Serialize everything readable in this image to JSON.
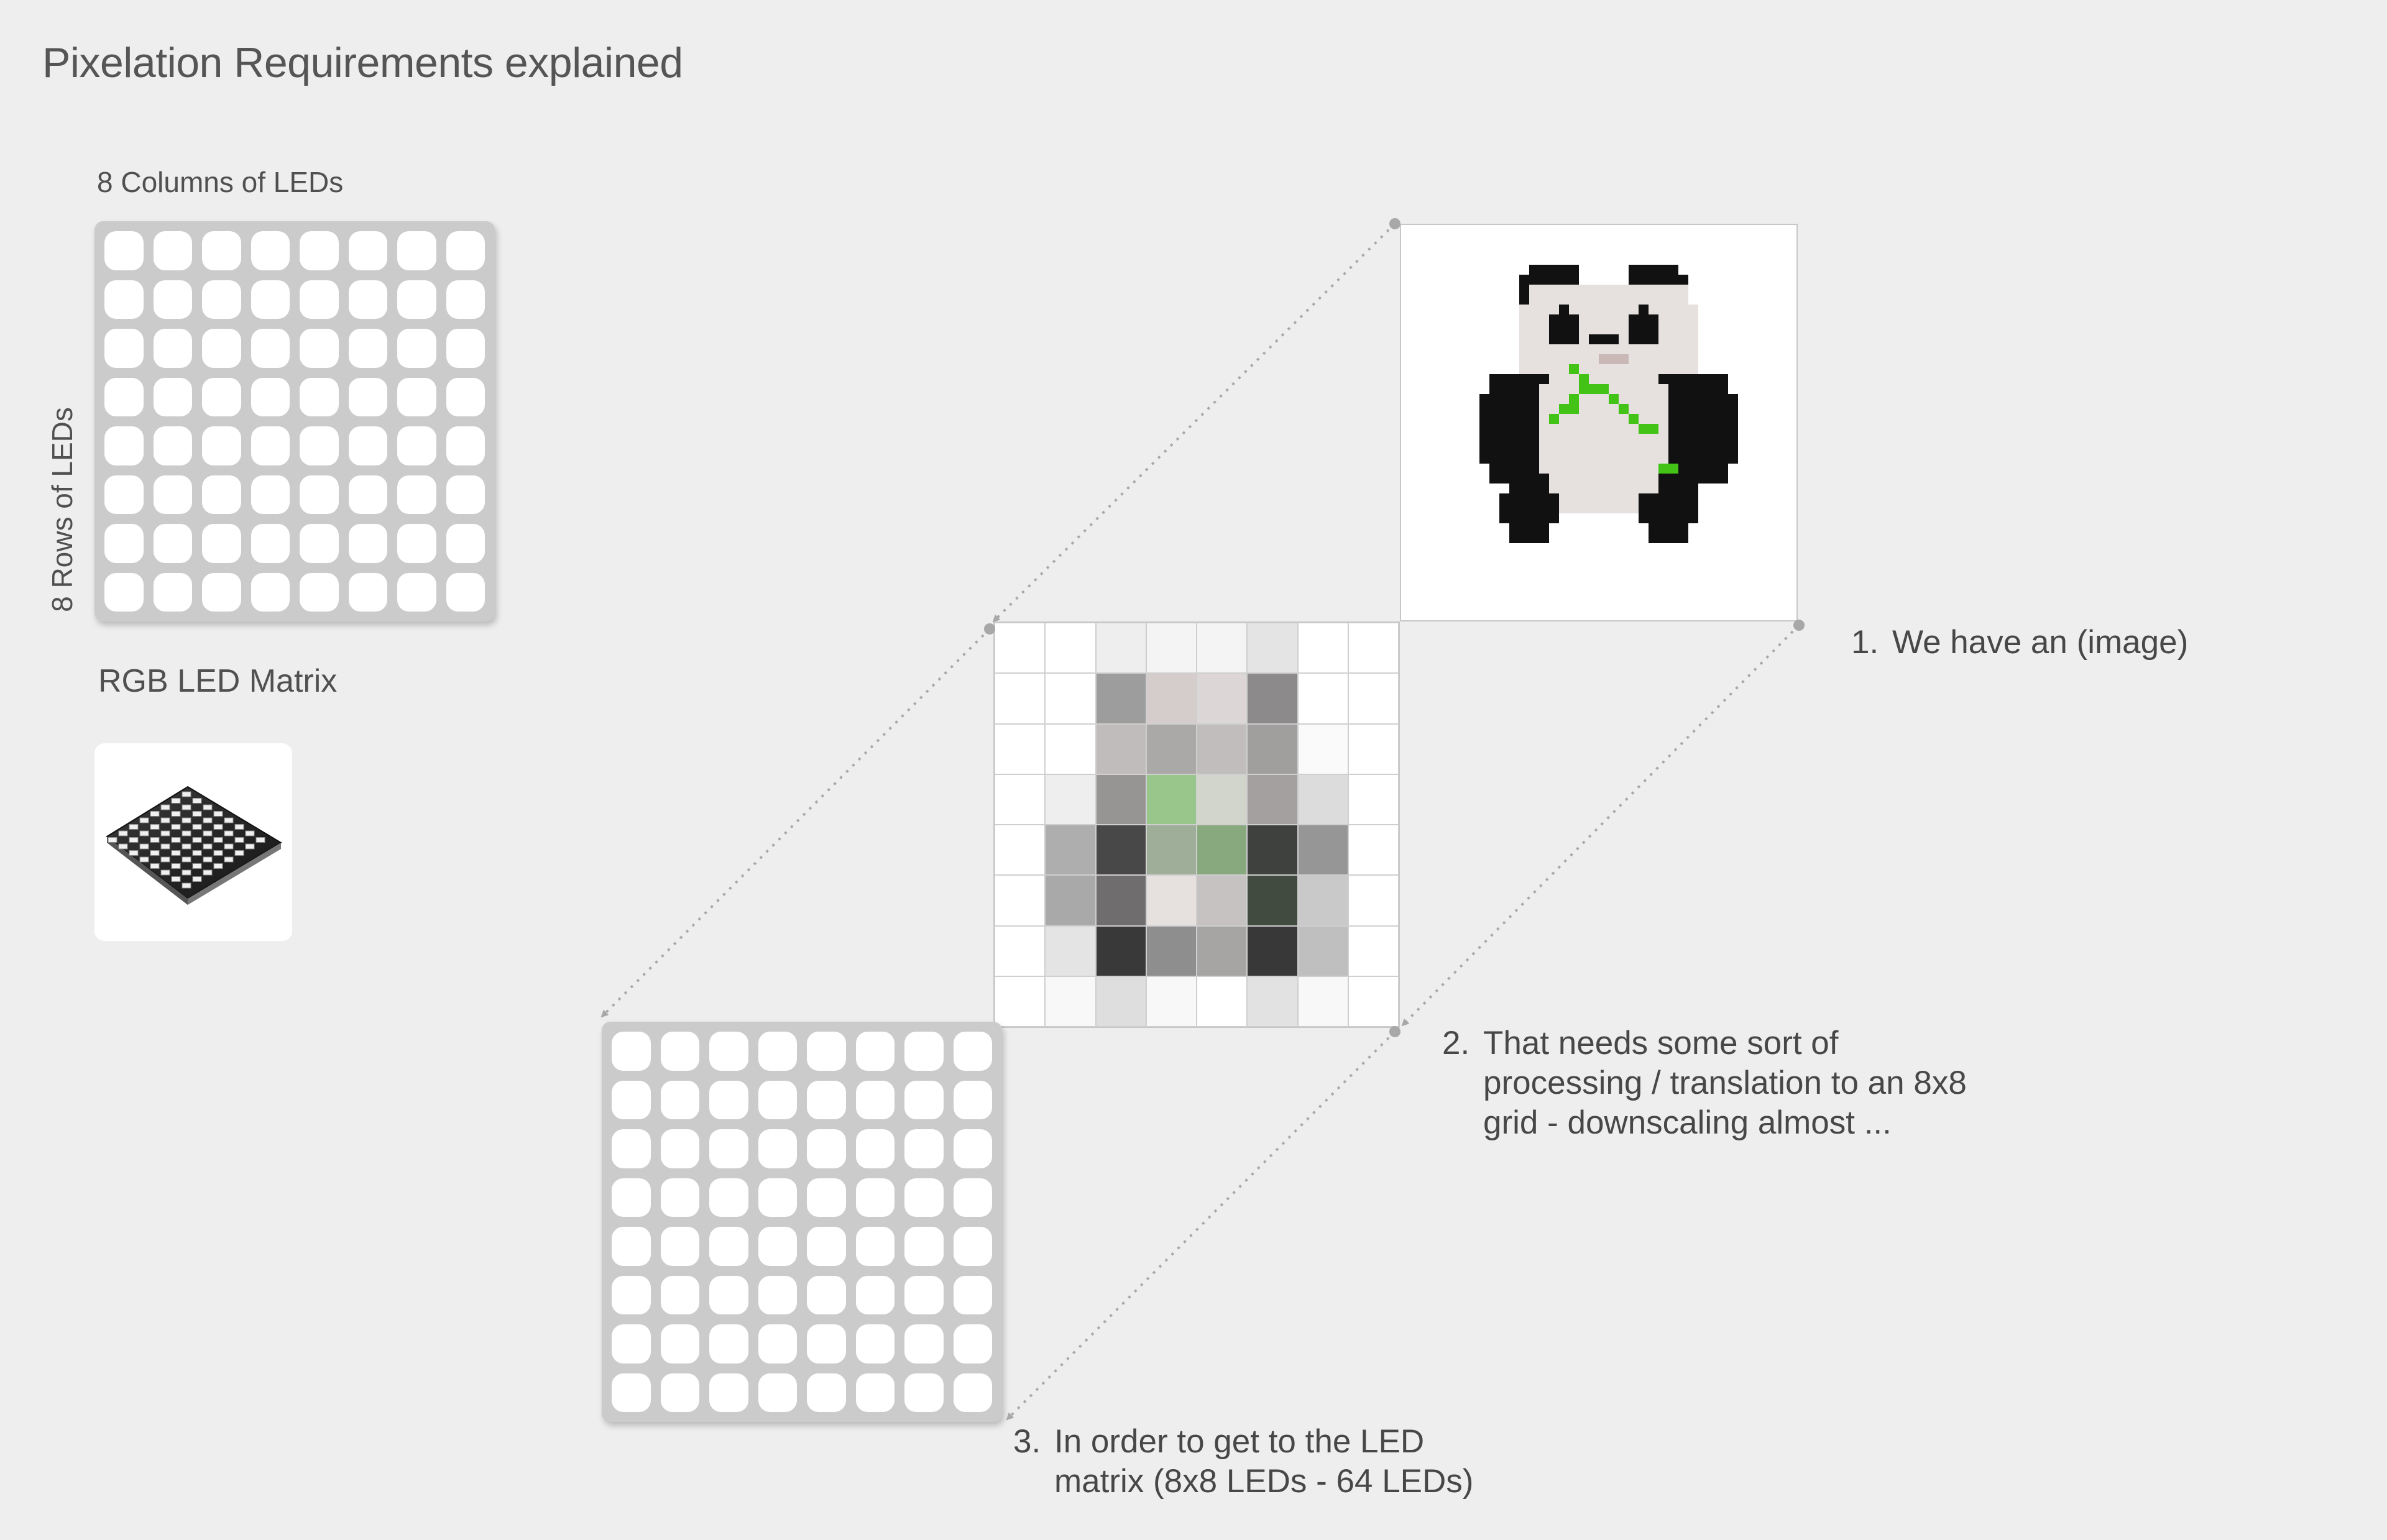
{
  "title": "Pixelation Requirements explained",
  "matrix_labels": {
    "columns": "8 Columns of LEDs",
    "rows": "8 Rows of LEDs",
    "rgb": "RGB LED Matrix"
  },
  "led_matrix": {
    "rows": 8,
    "cols": 8,
    "led_color": "#ffffff",
    "board_color": "#cbcbcb"
  },
  "pixelated_grid": {
    "rows": 8,
    "cols": 8,
    "colors": [
      [
        "#ffffff",
        "#ffffff",
        "#eeeeee",
        "#f4f4f4",
        "#f4f4f4",
        "#e4e4e4",
        "#ffffff",
        "#ffffff"
      ],
      [
        "#ffffff",
        "#ffffff",
        "#9d9d9d",
        "#d4cdcb",
        "#dcd7d6",
        "#8c8a8a",
        "#ffffff",
        "#ffffff"
      ],
      [
        "#ffffff",
        "#ffffff",
        "#c0bcbb",
        "#aba9a8",
        "#c0bdbc",
        "#a19e9e",
        "#fafafa",
        "#ffffff"
      ],
      [
        "#ffffff",
        "#eeeeee",
        "#979594",
        "#98c68b",
        "#d1d5cc",
        "#a3a09f",
        "#dcdcdc",
        "#ffffff"
      ],
      [
        "#ffffff",
        "#aeaeae",
        "#474847",
        "#9fae98",
        "#88a87e",
        "#3f413f",
        "#969696",
        "#ffffff"
      ],
      [
        "#ffffff",
        "#a9a9a9",
        "#6f6d6d",
        "#e6e0df",
        "#c6c2c1",
        "#414b40",
        "#c9c9c9",
        "#ffffff"
      ],
      [
        "#ffffff",
        "#e4e4e4",
        "#393939",
        "#8f8e8e",
        "#a7a4a4",
        "#383838",
        "#bfbfbf",
        "#ffffff"
      ],
      [
        "#ffffff",
        "#f8f8f8",
        "#dedede",
        "#f8f8f8",
        "#ffffff",
        "#e2e2e2",
        "#f8f8f8",
        "#ffffff"
      ]
    ]
  },
  "steps": [
    {
      "num": "1.",
      "lines": [
        "We have an (image)"
      ]
    },
    {
      "num": "2.",
      "lines": [
        "That needs some sort of",
        "processing / translation to an 8x8",
        "grid - downscaling almost ..."
      ]
    },
    {
      "num": "3.",
      "lines": [
        "In order to get to the LED",
        "matrix (8x8 LEDs - 64 LEDs)"
      ]
    }
  ],
  "icons": {
    "panda": "panda-pixel-art-icon",
    "hardware": "led-matrix-photo-icon"
  },
  "colors": {
    "background": "#eeeeee",
    "panda_black": "#111111",
    "panda_white": "#e6e0df",
    "bamboo_green": "#43c316",
    "connector": "#a8a8a8"
  }
}
